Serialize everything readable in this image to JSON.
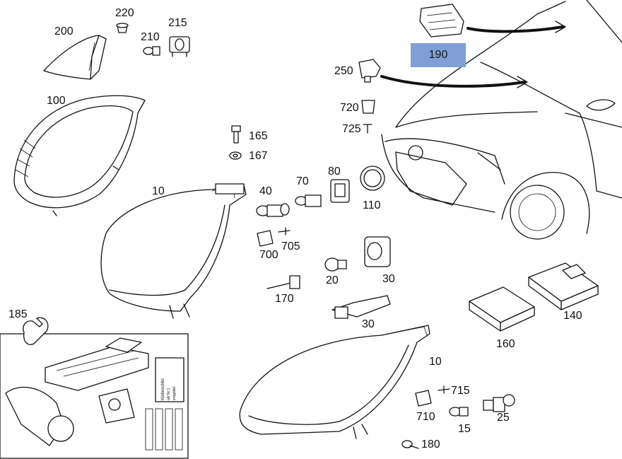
{
  "labels": {
    "l200": "200",
    "l220": "220",
    "l210": "210",
    "l215": "215",
    "l100": "100",
    "l165": "165",
    "l167": "167",
    "l250": "250",
    "l190": "190",
    "l720": "720",
    "l725": "725",
    "l10a": "10",
    "l40": "40",
    "l70": "70",
    "l80": "80",
    "l110": "110",
    "l700": "700",
    "l705": "705",
    "l20": "20",
    "l30a": "30",
    "l170": "170",
    "l30b": "30",
    "l185": "185",
    "l140": "140",
    "l160": "160",
    "l10b": "10",
    "l715": "715",
    "l710": "710",
    "l25": "25",
    "l15": "15",
    "l180": "180"
  },
  "highlight_color": "#7f9fd6",
  "sticker_text": [
    "Klebeschild",
    "alt/ Nr.1",
    "entgültet"
  ]
}
